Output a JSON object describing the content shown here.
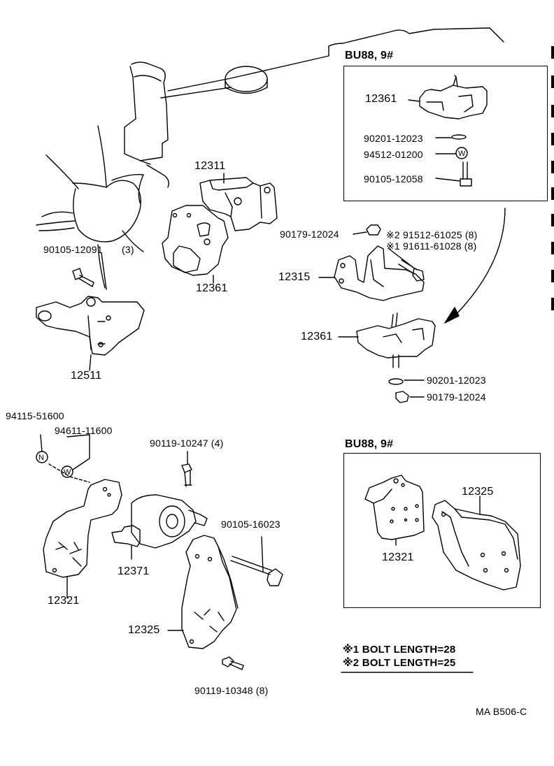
{
  "variants": {
    "top_box_title": "BU88, 9#",
    "bottom_box_title": "BU88, 9#"
  },
  "labels": {
    "p12311": "12311",
    "p12361_main": "12361",
    "p12511": "12511",
    "p90105_12091": "90105-12091",
    "p90105_12091_qty": "(3)",
    "box_12361": "12361",
    "box_90201_12023": "90201-12023",
    "box_94512_01200": "94512-01200",
    "box_90105_12058": "90105-12058",
    "p90179_12024_a": "90179-12024",
    "p2_91512": "※2 91512-61025 (8)",
    "p1_91611": "※1 91611-61028 (8)",
    "p12315": "12315",
    "p12361_lower": "12361",
    "p90201_12023_lower": "90201-12023",
    "p90179_12024_lower": "90179-12024",
    "p94115_51600": "94115-51600",
    "p94611_11600": "94611-11600",
    "p90119_10247": "90119-10247 (4)",
    "p90105_16023": "90105-16023",
    "p12371": "12371",
    "p12321_left": "12321",
    "p12325_left": "12325",
    "p90119_10348": "90119-10348 (8)",
    "p12321_box": "12321",
    "p12325_box": "12325"
  },
  "washer_letters": {
    "w1": "W",
    "n1": "N",
    "w2": "W"
  },
  "notes": {
    "note1": "※1 BOLT LENGTH=28",
    "note2": "※2 BOLT LENGTH=25"
  },
  "diagram_code": "MA B506-C"
}
